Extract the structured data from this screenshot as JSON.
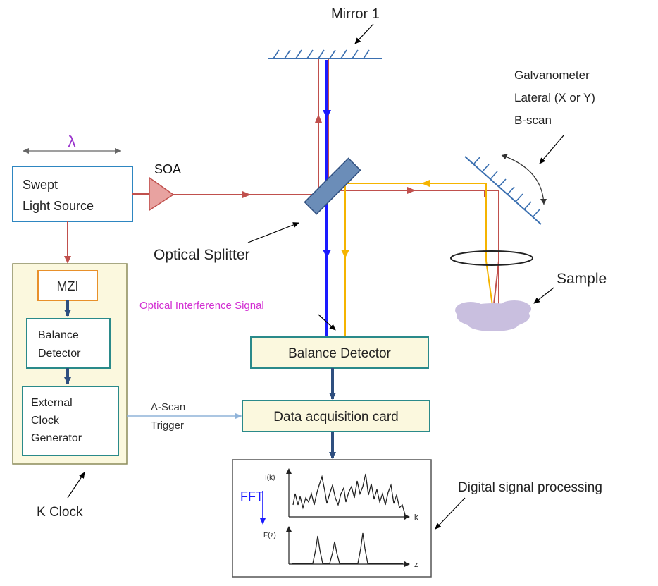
{
  "labels": {
    "mirror": "Mirror 1",
    "galvo_line1": "Galvanometer",
    "galvo_line2": "Lateral (X or Y)",
    "galvo_line3": "B-scan",
    "lambda": "λ",
    "soa": "SOA",
    "source_line1": "Swept",
    "source_line2": "Light Source",
    "splitter": "Optical Splitter",
    "sample": "Sample",
    "interference": "Optical Interference Signal",
    "mzi": "MZI",
    "bd_small_line1": "Balance",
    "bd_small_line2": "Detector",
    "ecg_line1": "External",
    "ecg_line2": "Clock",
    "ecg_line3": "Generator",
    "balance_detector": "Balance Detector",
    "trigger_line1": "A-Scan",
    "trigger_line2": "Trigger",
    "daq": "Data acquisition card",
    "kclock": "K Clock",
    "dsp": "Digital signal processing",
    "plot_top_ylabel": "I(k)",
    "plot_top_xlabel": "k",
    "fft": "FFT",
    "plot_bottom_ylabel": "F(z)",
    "plot_bottom_xlabel": "z"
  },
  "colors": {
    "beam_source": "#c0504d",
    "beam_reference": "#1a1aff",
    "beam_sample": "#f5b400",
    "mirror": "#3a6fb0",
    "box_border": "#2e86c1",
    "mzi_border": "#e8902a",
    "inner_box_border": "#2a8a8a",
    "kclock_fill": "#fbf8de",
    "kclock_border": "#8c8c5a",
    "daq_fill": "#fbf8de",
    "daq_border": "#2a8a8a",
    "sample_fill": "#c9bfdf",
    "splitter_fill": "#6b8db8",
    "soa_fill": "#e8a2a0",
    "interference_text": "#d22fd2",
    "fft_text": "#1a1aff",
    "dark_arrow": "#2f4f7f"
  }
}
